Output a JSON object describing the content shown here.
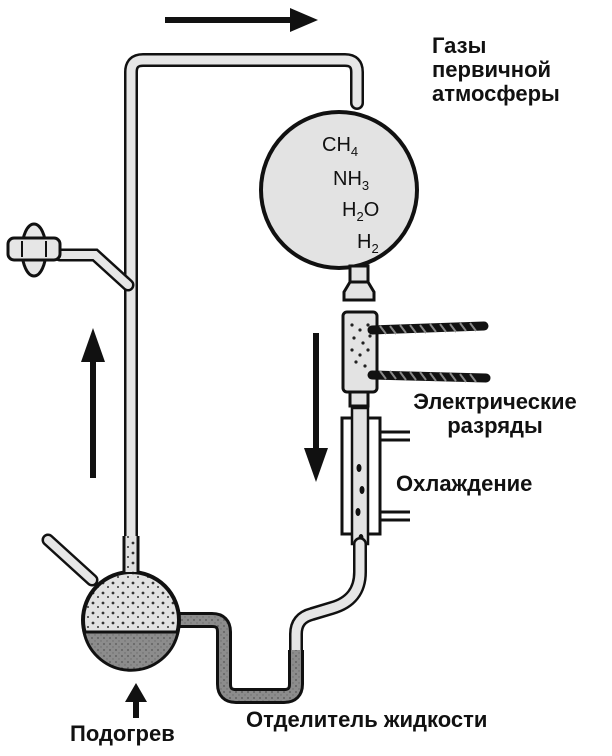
{
  "labels": {
    "gases_line1": "Газы",
    "gases_line2": "первичной",
    "gases_line3": "атмосферы",
    "discharges_line1": "Электрические",
    "discharges_line2": "разряды",
    "cooling": "Охлаждение",
    "heating": "Подогрев",
    "separator": "Отделитель жидкости"
  },
  "formulas": [
    {
      "base": "CH",
      "sub": "4"
    },
    {
      "base": "NH",
      "sub": "3"
    },
    {
      "base": "H",
      "sub": "2",
      "suffix": "O"
    },
    {
      "base": "H",
      "sub": "2"
    }
  ]
}
